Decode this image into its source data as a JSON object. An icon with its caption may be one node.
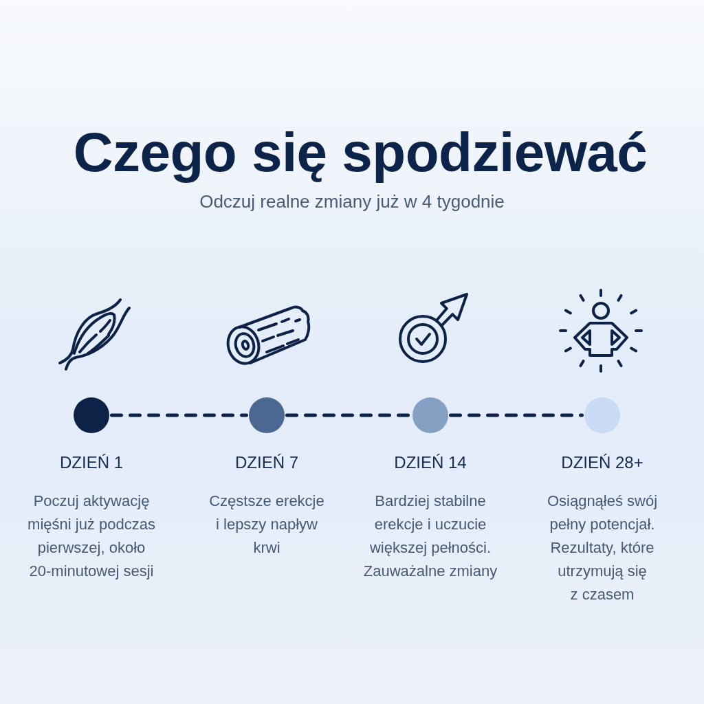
{
  "diagram": {
    "title": "Czego się spodziewać",
    "nodes": [
      {
        "text": [],
        "shape": "circle",
        "beside": [
          "DZIEŃ 1",
          "Poczuj aktywację mięśni już podczas pierwszej, około 20-minutowej sesji"
        ]
      },
      {
        "text": [],
        "shape": "circle",
        "beside": [
          "DZIEŃ 7",
          "Częstsze erekcje i lepszy napływ krwi"
        ]
      },
      {
        "text": [],
        "shape": "circle",
        "beside": [
          "DZIEŃ 14",
          "Bardziej stabilne erekcje i uczucie większej pełności. Zauważalne zmiany"
        ]
      },
      {
        "text": [],
        "shape": "circle",
        "beside": [
          "DZIEŃ 28+",
          "Osiągnąłeś swój pełny potencjał. Rezultaty, które utrzymują się z czasem"
        ]
      }
    ],
    "edges": [
      {
        "from": 0,
        "to": 1,
        "arrow": "none",
        "style": "dashed"
      },
      {
        "from": 1,
        "to": 2,
        "arrow": "none",
        "style": "dashed"
      },
      {
        "from": 2,
        "to": 3,
        "arrow": "none",
        "style": "dashed"
      }
    ],
    "labels": [
      "Odczuj realne zmiany już w 4 tygodnie"
    ]
  }
}
